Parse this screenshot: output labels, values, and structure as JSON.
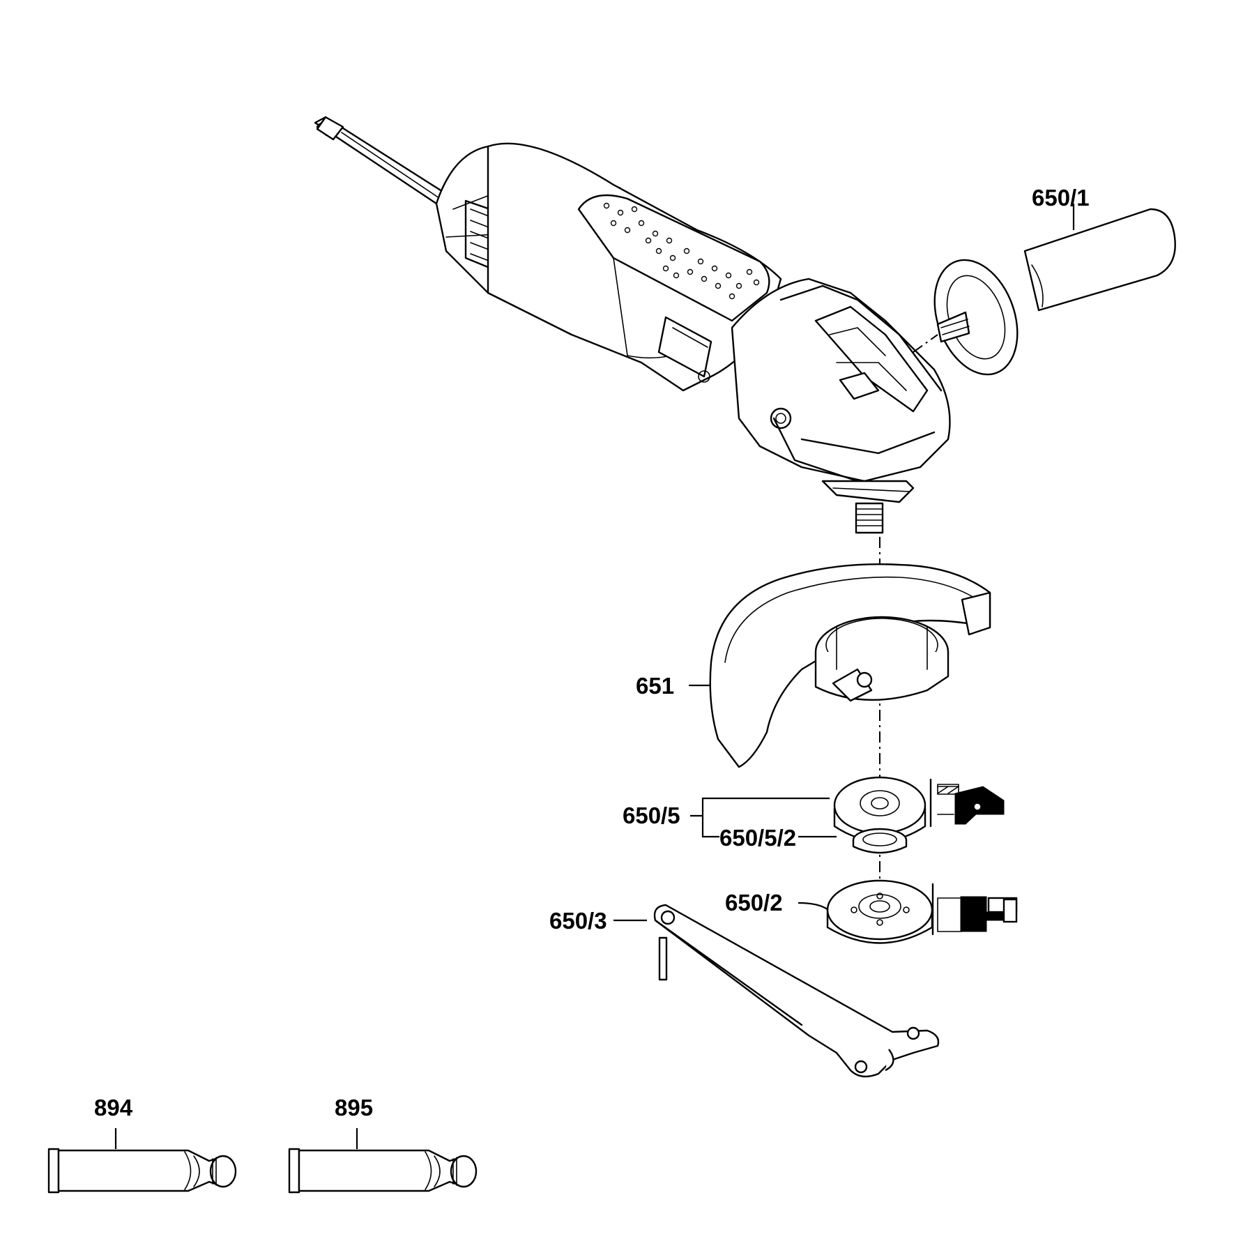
{
  "callouts": {
    "side_handle": "650/1",
    "guard": "651",
    "flange_assembly": "650/5",
    "flange_ring": "650/5/2",
    "mounting_flange": "650/2",
    "spanner": "650/3",
    "grease_tube_1": "894",
    "grease_tube_2": "895"
  }
}
